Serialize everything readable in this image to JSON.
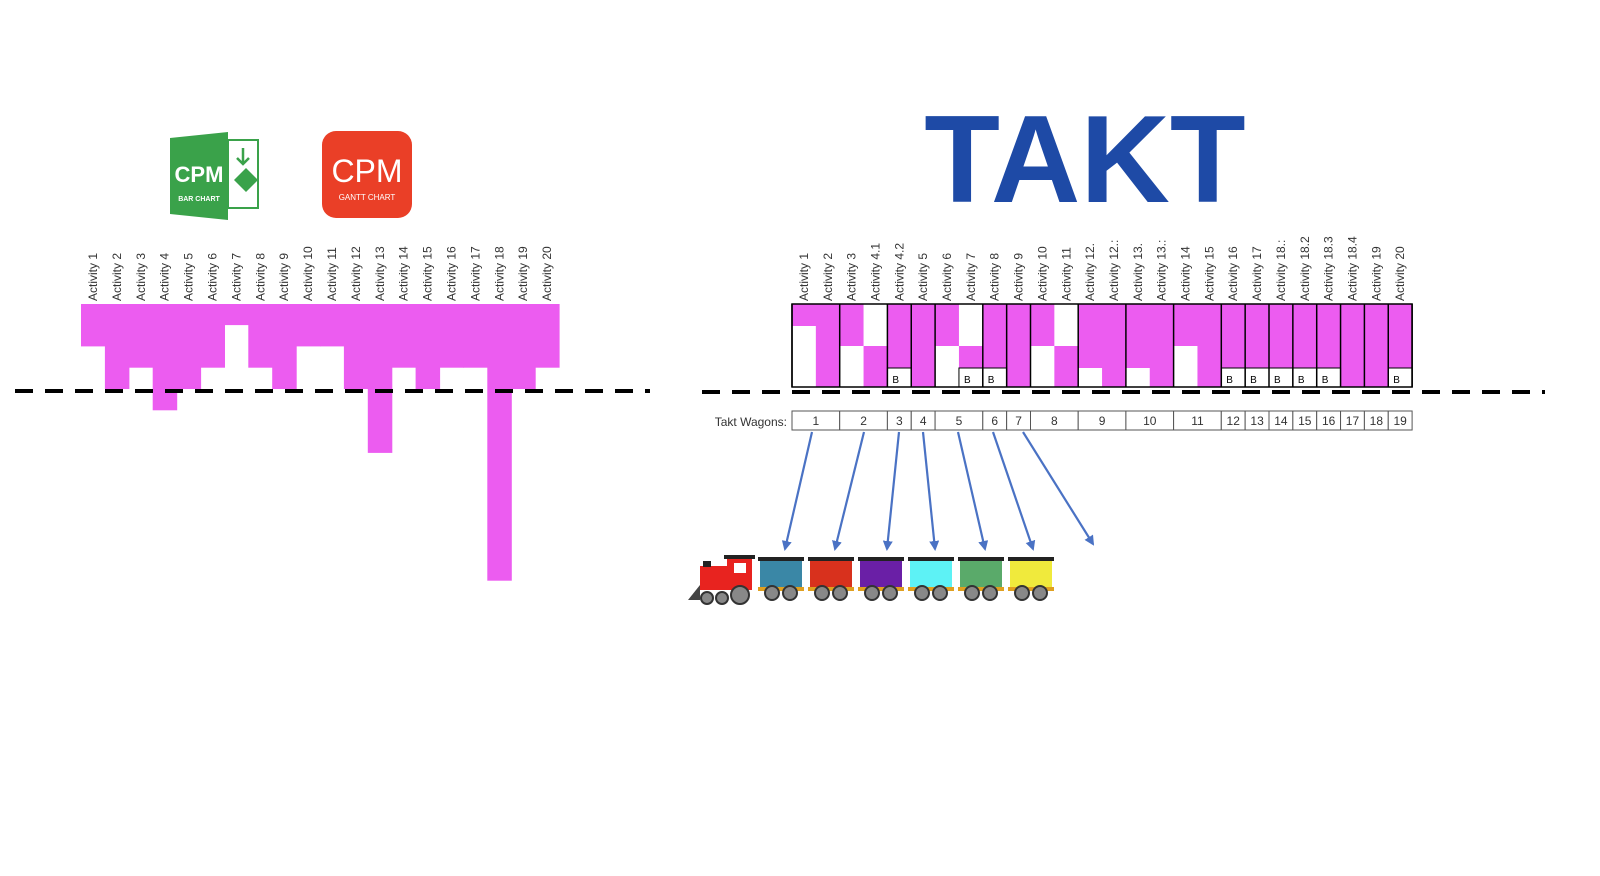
{
  "takt_title": "TAKT",
  "cpm_bar_chart": {
    "logo_text": "CPM",
    "logo_subtext": "BAR CHART",
    "logo_color": "#3aa24a"
  },
  "cpm_gantt_chart": {
    "logo_text": "CPM",
    "logo_subtext": "GANTT CHART",
    "logo_color": "#ea3f27"
  },
  "colors": {
    "fill": "#ec5cf0",
    "takt_blue": "#1e4aa6",
    "arrow": "#4a72c4"
  },
  "cpm_activities": [
    "Activity 1",
    "Activity 2",
    "Activity 3",
    "Activity 4",
    "Activity 5",
    "Activity 6",
    "Activity 7",
    "Activity 8",
    "Activity 9",
    "Activity 10",
    "Activity 11",
    "Activity 12",
    "Activity 13",
    "Activity 14",
    "Activity 15",
    "Activity 16",
    "Activity 17",
    "Activity 18",
    "Activity 19",
    "Activity 20"
  ],
  "cpm_bar_bottom_offsets": [
    2,
    0,
    1,
    -1,
    0,
    1,
    3,
    1,
    0,
    2,
    2,
    0,
    -3,
    1,
    0,
    1,
    1,
    -9,
    0,
    1
  ],
  "takt_activities": [
    "Activity 1",
    "Activity 2",
    "Activity 3",
    "Activity 4.1",
    "Activity 4.2",
    "Activity 5",
    "Activity 6",
    "Activity 7",
    "Activity 8",
    "Activity 9",
    "Activity 10",
    "Activity 11",
    "Activity 12.",
    "Activity 12.:",
    "Activity 13.",
    "Activity 13.:",
    "Activity 14",
    "Activity 15",
    "Activity 16",
    "Activity 17",
    "Activity 18.:",
    "Activity 18.2",
    "Activity 18.3",
    "Activity 18.4",
    "Activity 19",
    "Activity 20"
  ],
  "takt_wagons_label": "Takt Wagons:",
  "takt_wagons": [
    "1",
    "2",
    "3",
    "4",
    "5",
    "6",
    "7",
    "8",
    "9",
    "10",
    "11",
    "12",
    "13",
    "14",
    "15",
    "16",
    "17",
    "18",
    "19"
  ],
  "buffer_mark": "B"
}
